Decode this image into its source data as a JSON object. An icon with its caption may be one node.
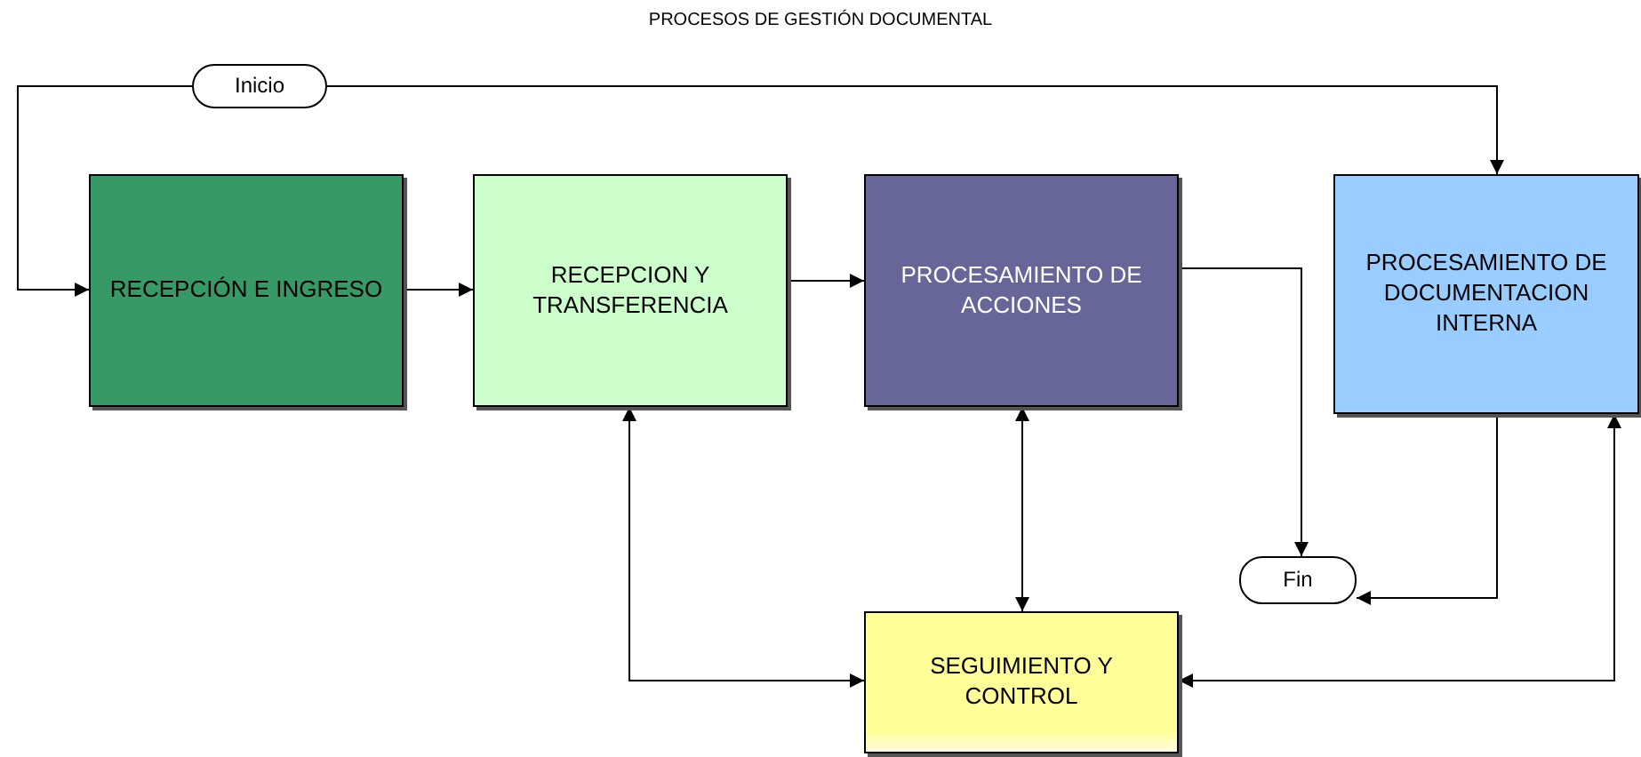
{
  "diagram": {
    "title": "PROCESOS DE GESTIÓN DOCUMENTAL",
    "nodes": [
      {
        "text": [
          "Inicio"
        ]
      },
      {
        "text": [
          "RECEPCIÓN E INGRESO"
        ]
      },
      {
        "text": [
          "RECEPCION Y TRANSFERENCIA"
        ]
      },
      {
        "text": [
          "PROCESAMIENTO DE ACCIONES"
        ]
      },
      {
        "text": [
          "PROCESAMIENTO DE DOCUMENTACION INTERNA"
        ]
      },
      {
        "text": [
          "Fin"
        ]
      },
      {
        "text": [
          "SEGUIMIENTO Y CONTROL"
        ]
      }
    ],
    "edges": [
      {
        "from": 0,
        "to": 1,
        "arrow": "to"
      },
      {
        "from": 0,
        "to": 4,
        "arrow": "to"
      },
      {
        "from": 1,
        "to": 2,
        "arrow": "to"
      },
      {
        "from": 2,
        "to": 3,
        "arrow": "to"
      },
      {
        "from": 3,
        "to": 5,
        "arrow": "to"
      },
      {
        "from": 4,
        "to": 5,
        "arrow": "to"
      },
      {
        "from": 2,
        "to": 6,
        "arrow": "both"
      },
      {
        "from": 3,
        "to": 6,
        "arrow": "both"
      },
      {
        "from": 4,
        "to": 6,
        "arrow": "both"
      }
    ]
  }
}
